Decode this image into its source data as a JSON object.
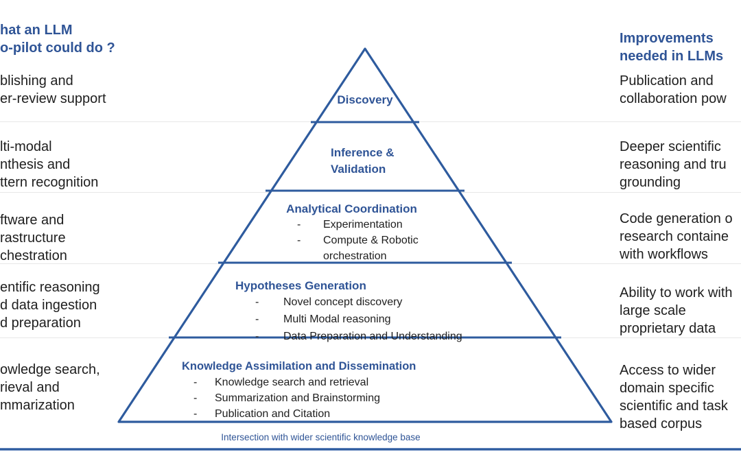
{
  "slide": {
    "left_column": {
      "heading": {
        "lines": [
          "hat an LLM",
          "o-pilot could do ?"
        ]
      },
      "rows": [
        {
          "lines": [
            "blishing and",
            "er-review support"
          ]
        },
        {
          "lines": [
            "lti-modal",
            "nthesis and",
            "ttern recognition"
          ]
        },
        {
          "lines": [
            "ftware and",
            "rastructure",
            "chestration"
          ]
        },
        {
          "lines": [
            "entific reasoning",
            "d data ingestion",
            "d preparation"
          ]
        },
        {
          "lines": [
            "owledge search,",
            "rieval and",
            "mmarization"
          ]
        }
      ]
    },
    "right_column": {
      "heading": {
        "lines": [
          "Improvements",
          "needed in LLMs"
        ]
      },
      "rows": [
        {
          "lines": [
            "Publication and",
            "collaboration pow"
          ]
        },
        {
          "lines": [
            "Deeper scientific",
            "reasoning and tru",
            "grounding"
          ]
        },
        {
          "lines": [
            "Code generation o",
            "research containe",
            "with workflows"
          ]
        },
        {
          "lines": [
            "Ability to work with",
            "large scale",
            "proprietary data"
          ]
        },
        {
          "lines": [
            "Access to wider",
            "domain specific",
            "scientific and task",
            "based corpus"
          ]
        }
      ]
    },
    "pyramid": {
      "item_marker": "-",
      "levels": [
        {
          "title_lines": [
            "Discovery"
          ],
          "items": []
        },
        {
          "title_lines": [
            "Inference &",
            "Validation"
          ],
          "items": []
        },
        {
          "title_lines": [
            "Analytical Coordination"
          ],
          "items": [
            "Experimentation",
            "Compute & Robotic orchestration"
          ]
        },
        {
          "title_lines": [
            "Hypotheses Generation"
          ],
          "items": [
            "Novel concept discovery",
            "Multi Modal reasoning",
            "Data Preparation and Understanding"
          ]
        },
        {
          "title_lines": [
            "Knowledge Assimilation and Dissemination"
          ],
          "items": [
            "Knowledge search and retrieval",
            "Summarization and Brainstorming",
            "Publication and Citation"
          ]
        }
      ]
    },
    "caption": "Intersection with wider scientific knowledge base",
    "colors": {
      "accent_text_blue": "#2f5496",
      "pyramid_stroke_blue": "#2e5b9e",
      "body_text": "#1e1e1e",
      "separator_gray": "#e7e7e7"
    }
  }
}
